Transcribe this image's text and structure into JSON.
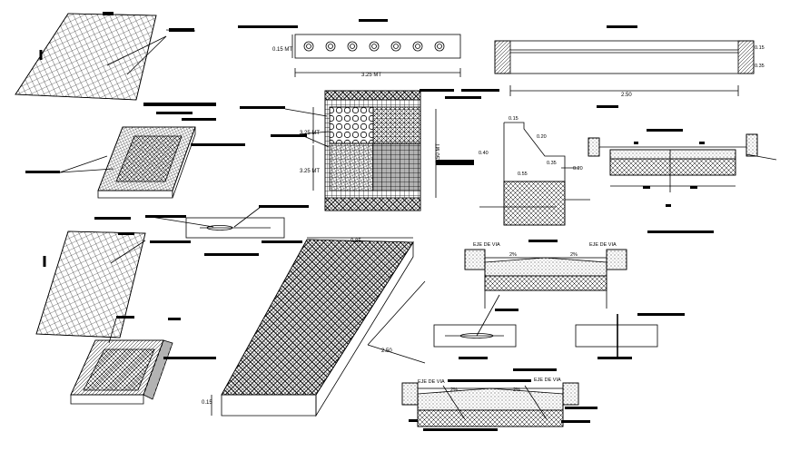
{
  "dims": {
    "slab_length": "3.25 MT",
    "slab_thickness": "0.15 MT",
    "strip_length": "2.50",
    "strip_right_top": "0.15",
    "strip_right_bottom": "0.35",
    "mat_left_top": "3.25 MT",
    "mat_left_bottom": "3.25 MT",
    "mat_right": "6.50 MT",
    "curb_top": "0.15",
    "curb_h1": "0.20",
    "curb_h2": "0.35",
    "curb_left": "0.40",
    "curb_width": "0.55",
    "curb_h3": "0.20",
    "block_width": "0.85",
    "block_length": "2.50",
    "block_height": "0.15"
  },
  "road": {
    "axis_label": "EJE DE VIA",
    "slope": "2%"
  },
  "colors": {
    "line": "#000000",
    "background": "#ffffff",
    "redaction": "#000000"
  }
}
